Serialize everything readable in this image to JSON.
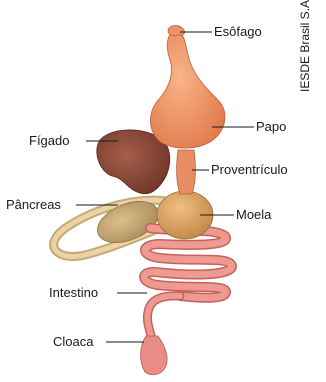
{
  "credit": "IESDE Brasil S.A.",
  "labels": {
    "esofago": "Esôfago",
    "papo": "Papo",
    "figado": "Fígado",
    "proventriculo": "Proventrículo",
    "pancreas": "Pâncreas",
    "moela": "Moela",
    "intestino": "Intestino",
    "cloaca": "Cloaca"
  },
  "colors": {
    "crop": "#f29a6e",
    "liver": "#8a4a3a",
    "gizzard": "#d8a86a",
    "pancreas": "#c9ab72",
    "intestine": "#e8908a",
    "duodenum": "#e9cfa0",
    "leader": "#1a1a1a"
  }
}
